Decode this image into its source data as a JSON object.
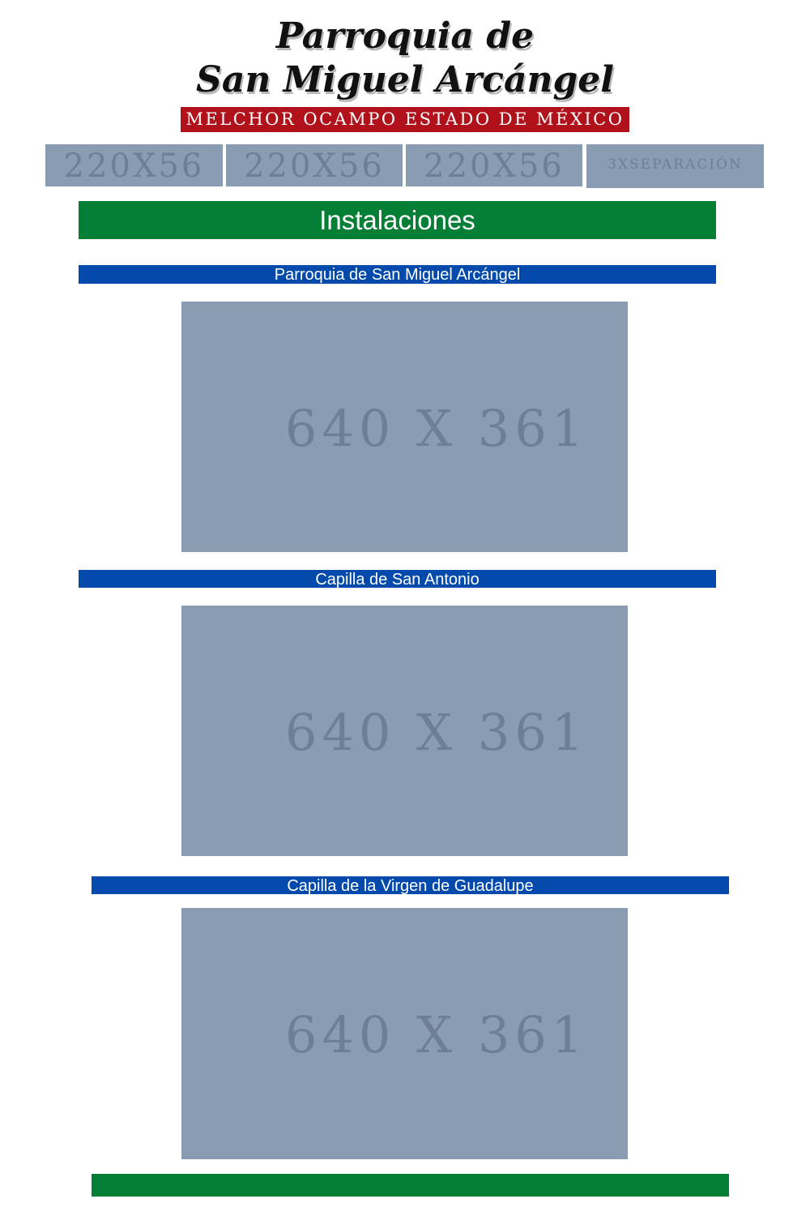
{
  "header": {
    "title_line1": "Parroquia de",
    "title_line2": "San Miguel Arcángel",
    "subtitle": "MELCHOR OCAMPO ESTADO DE MÉXICO"
  },
  "nav": {
    "items": [
      {
        "label": "220X56"
      },
      {
        "label": "220X56"
      },
      {
        "label": "220X56"
      },
      {
        "label": "3XSEPARACIÓN"
      }
    ]
  },
  "main": {
    "title": "Instalaciones",
    "sections": [
      {
        "title": "Parroquia de San Miguel Arcángel",
        "image_label": "640 X 361"
      },
      {
        "title": "Capilla de San Antonio",
        "image_label": "640 X 361"
      },
      {
        "title": "Capilla de la Virgen de Guadalupe",
        "image_label": "640 X 361"
      }
    ]
  },
  "colors": {
    "green": "#047f35",
    "blue": "#034aac",
    "red": "#b0111a",
    "placeholder": "#8a9cb1"
  }
}
